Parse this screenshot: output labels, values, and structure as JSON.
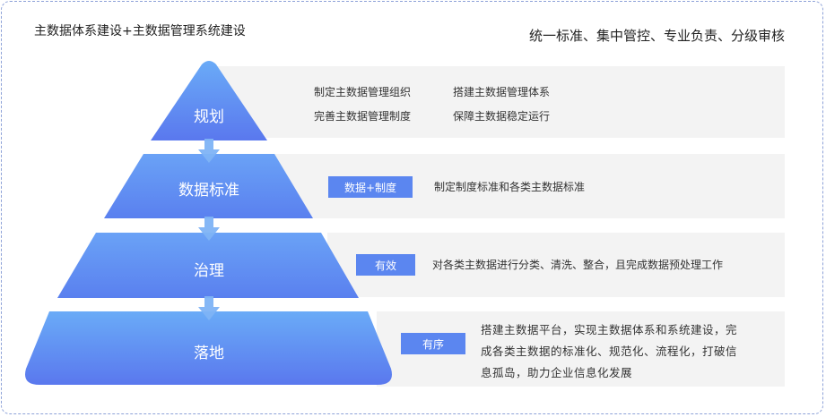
{
  "header": {
    "left_title": "主数据体系建设+主数据管理系统建设",
    "right_title": "统一标准、集中管控、专业负责、分级审核"
  },
  "tiers": [
    {
      "label": "规划",
      "items": [
        "制定主数据管理组织",
        "搭建主数据管理体系",
        "完善主数据管理制度",
        "保障主数据稳定运行"
      ]
    },
    {
      "label": "数据标准",
      "tag": "数据+制度",
      "description": "制定制度标准和各类主数据标准"
    },
    {
      "label": "治理",
      "tag": "有效",
      "description": "对各类主数据进行分类、清洗、整合，且完成数据预处理工作"
    },
    {
      "label": "落地",
      "tag": "有序",
      "lines": [
        "搭建主数据平台，实现主数据体系和系统建设，完",
        "成各类主数据的标准化、规范化、流程化，打破信",
        "息孤岛，助力企业信息化发展"
      ]
    }
  ],
  "colors": {
    "tier_top": "#6aabf7",
    "tier_bottom": "#5a78ee",
    "arrow": "#7fb4f6",
    "tag": "#5b86f0",
    "panel": "#f3f3f3",
    "frame": "#8ea2d8"
  }
}
